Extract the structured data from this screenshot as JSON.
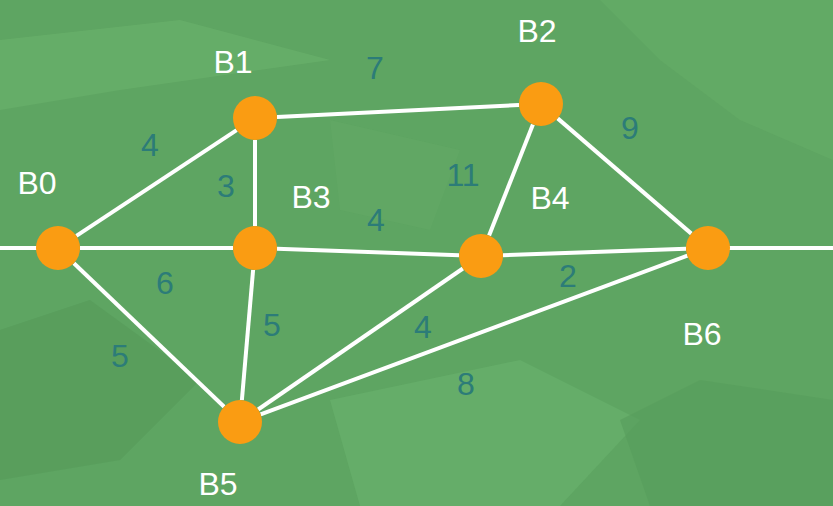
{
  "diagram": {
    "nodes": [
      {
        "text": [
          "B0"
        ]
      },
      {
        "text": [
          "B1"
        ]
      },
      {
        "text": [
          "B2"
        ]
      },
      {
        "text": [
          "B3"
        ]
      },
      {
        "text": [
          "B4"
        ]
      },
      {
        "text": [
          "B5"
        ]
      },
      {
        "text": [
          "B6"
        ]
      }
    ],
    "edges": [
      {
        "from": 0,
        "to": 1,
        "arrow": "none",
        "label": "4"
      },
      {
        "from": 1,
        "to": 2,
        "arrow": "none",
        "label": "7"
      },
      {
        "from": 0,
        "to": 3,
        "arrow": "none",
        "label": "6"
      },
      {
        "from": 0,
        "to": 5,
        "arrow": "none",
        "label": "5"
      },
      {
        "from": 1,
        "to": 3,
        "arrow": "none",
        "label": "3"
      },
      {
        "from": 3,
        "to": 4,
        "arrow": "none",
        "label": "4"
      },
      {
        "from": 3,
        "to": 5,
        "arrow": "none",
        "label": "5"
      },
      {
        "from": 2,
        "to": 4,
        "arrow": "none",
        "label": "11"
      },
      {
        "from": 2,
        "to": 6,
        "arrow": "none",
        "label": "9"
      },
      {
        "from": 4,
        "to": 6,
        "arrow": "none",
        "label": "2"
      },
      {
        "from": 4,
        "to": 5,
        "arrow": "none",
        "label": "4"
      },
      {
        "from": 5,
        "to": 6,
        "arrow": "none",
        "label": "8"
      }
    ]
  }
}
